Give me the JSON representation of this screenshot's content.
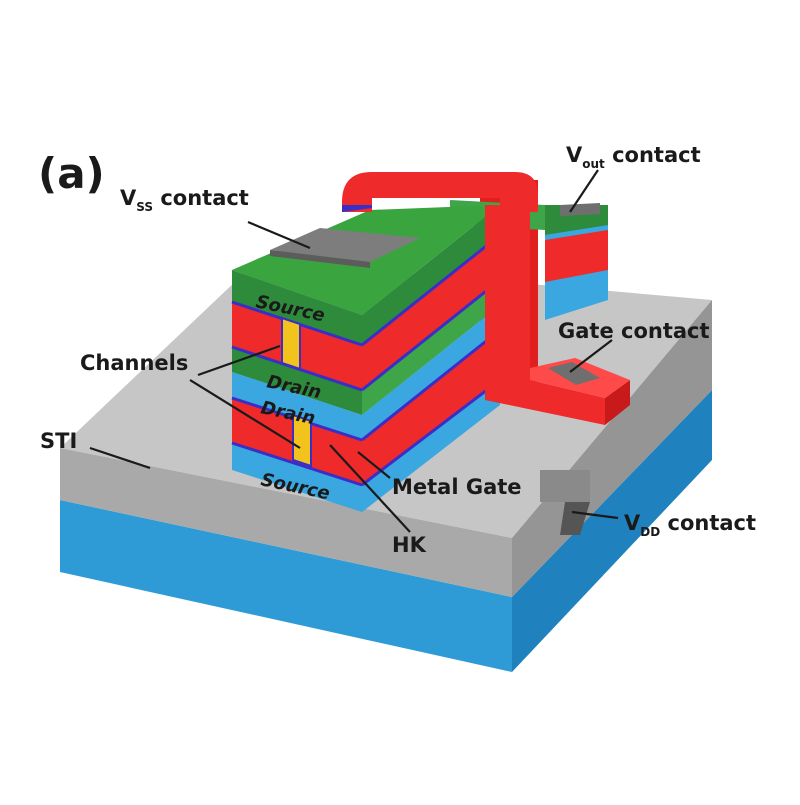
{
  "panel_label": "(a)",
  "labels": {
    "vss": {
      "main": "V",
      "sub": "SS",
      "rest": " contact"
    },
    "vout": {
      "main": "V",
      "sub": "out",
      "rest": " contact"
    },
    "vdd": {
      "main": "V",
      "sub": "DD",
      "rest": " contact"
    },
    "gate_contact": "Gate contact",
    "channels": "Channels",
    "sti": "STI",
    "metal_gate": "Metal Gate",
    "hk": "HK"
  },
  "layers": {
    "top_source": "Source",
    "top_drain": "Drain",
    "bottom_drain": "Drain",
    "bottom_source": "Source"
  },
  "colors": {
    "source_drain_top": "#2e8b3c",
    "gate_metal": "#ee2a2a",
    "channel": "#f2c31c",
    "bottom_tier": "#3aa7e0",
    "substrate": "#3aa7e0",
    "sti": "#c3c3c3",
    "contact": "#7c7c7c",
    "high_k": "#3a2ec8"
  }
}
